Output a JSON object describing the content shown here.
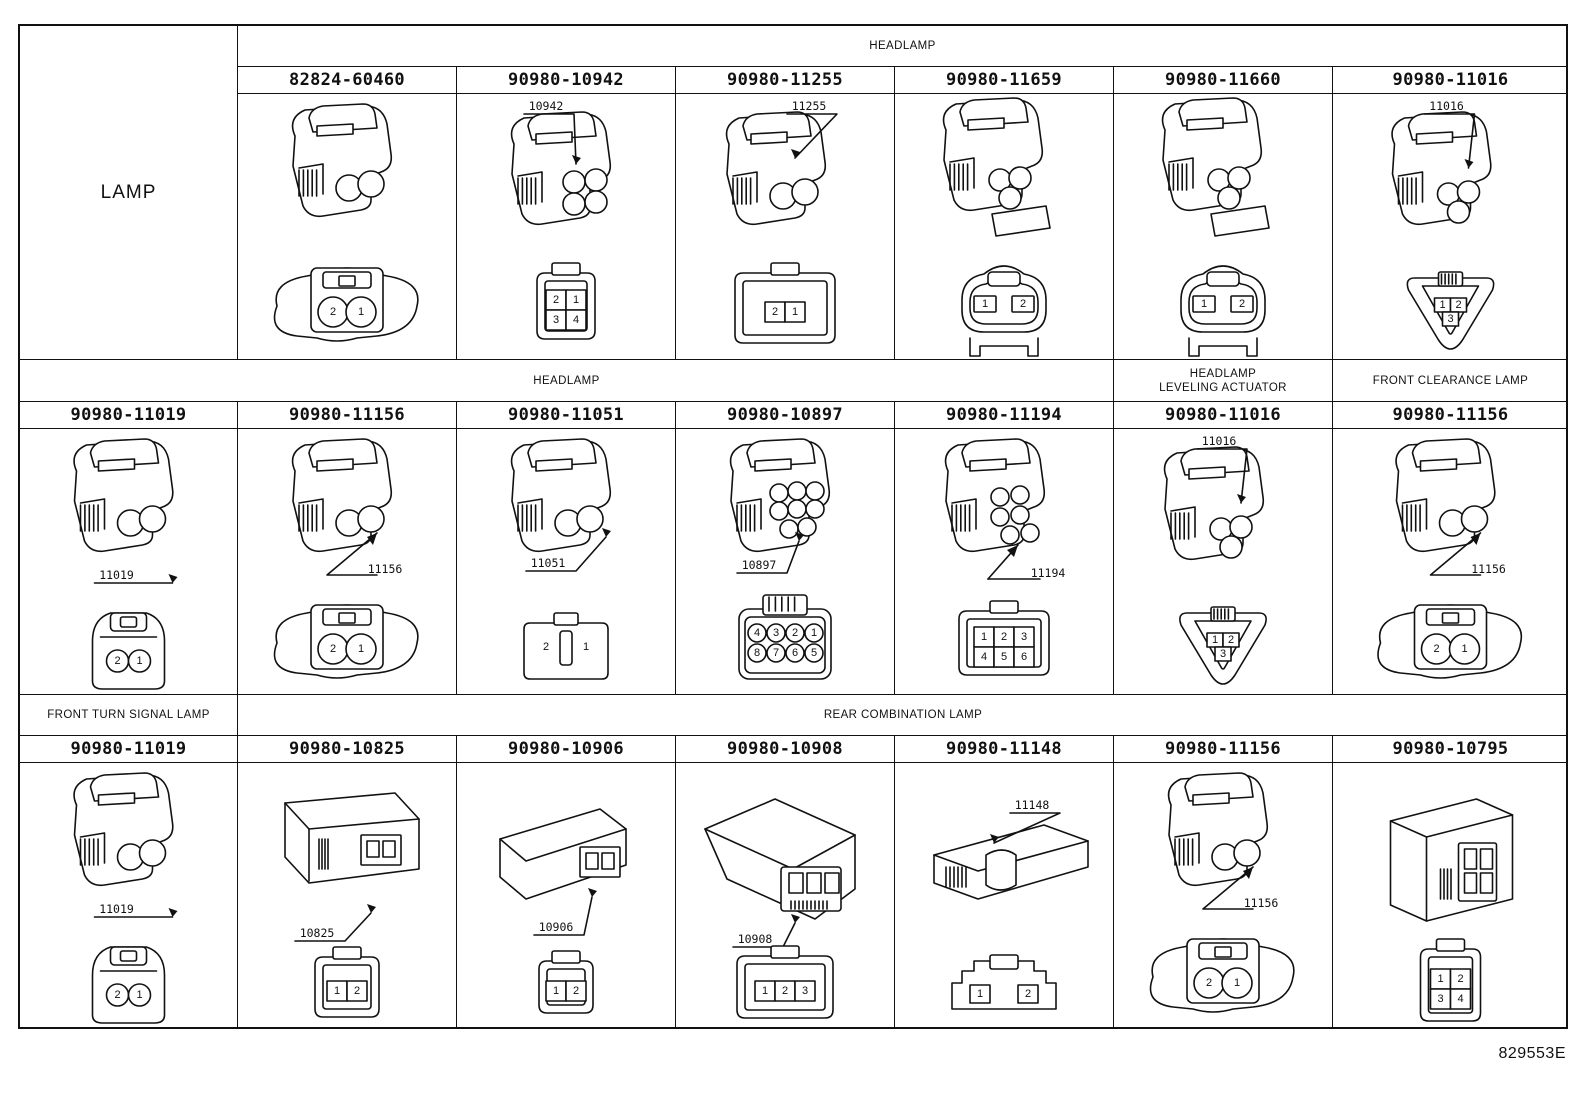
{
  "lamp_label": "LAMP",
  "figure_code": "829553E",
  "rows": [
    {
      "groups": [
        {
          "label": "HEADLAMP"
        }
      ],
      "cells": [
        {
          "part": "82824-60460",
          "callout": "",
          "pins": [
            "2",
            "1"
          ]
        },
        {
          "part": "90980-10942",
          "callout": "10942",
          "pins": [
            "2",
            "1",
            "3",
            "4"
          ]
        },
        {
          "part": "90980-11255",
          "callout": "11255",
          "pins": [
            "2",
            "1"
          ]
        },
        {
          "part": "90980-11659",
          "callout": "",
          "pins": [
            "1",
            "2"
          ]
        },
        {
          "part": "90980-11660",
          "callout": "",
          "pins": [
            "1",
            "2"
          ]
        },
        {
          "part": "90980-11016",
          "callout": "11016",
          "pins": [
            "1",
            "2",
            "3"
          ]
        }
      ]
    },
    {
      "groups": [
        {
          "label": "HEADLAMP"
        },
        {
          "label": "HEADLAMP\nLEVELING ACTUATOR"
        },
        {
          "label": "FRONT CLEARANCE LAMP"
        }
      ],
      "cells": [
        {
          "part": "90980-11019",
          "callout": "11019",
          "pins": [
            "2",
            "1"
          ]
        },
        {
          "part": "90980-11156",
          "callout": "11156",
          "pins": [
            "2",
            "1"
          ]
        },
        {
          "part": "90980-11051",
          "callout": "11051",
          "pins": [
            "2",
            "1"
          ]
        },
        {
          "part": "90980-10897",
          "callout": "10897",
          "pins": [
            "4",
            "3",
            "2",
            "1",
            "8",
            "7",
            "6",
            "5"
          ]
        },
        {
          "part": "90980-11194",
          "callout": "11194",
          "pins": [
            "1",
            "2",
            "3",
            "4",
            "5",
            "6"
          ]
        },
        {
          "part": "90980-11016",
          "callout": "11016",
          "pins": [
            "1",
            "2",
            "3"
          ]
        },
        {
          "part": "90980-11156",
          "callout": "11156",
          "pins": [
            "2",
            "1"
          ]
        }
      ]
    },
    {
      "groups": [
        {
          "label": "FRONT TURN SIGNAL LAMP"
        },
        {
          "label": "REAR COMBINATION LAMP"
        }
      ],
      "cells": [
        {
          "part": "90980-11019",
          "callout": "11019",
          "pins": [
            "2",
            "1"
          ]
        },
        {
          "part": "90980-10825",
          "callout": "10825",
          "pins": [
            "1",
            "2"
          ]
        },
        {
          "part": "90980-10906",
          "callout": "10906",
          "pins": [
            "1",
            "2"
          ]
        },
        {
          "part": "90980-10908",
          "callout": "10908",
          "pins": [
            "1",
            "2",
            "3"
          ]
        },
        {
          "part": "90980-11148",
          "callout": "11148",
          "pins": [
            "1",
            "2"
          ]
        },
        {
          "part": "90980-11156",
          "callout": "11156",
          "pins": [
            "2",
            "1"
          ]
        },
        {
          "part": "90980-10795",
          "callout": "",
          "pins": [
            "1",
            "2",
            "3",
            "4"
          ]
        }
      ]
    }
  ]
}
